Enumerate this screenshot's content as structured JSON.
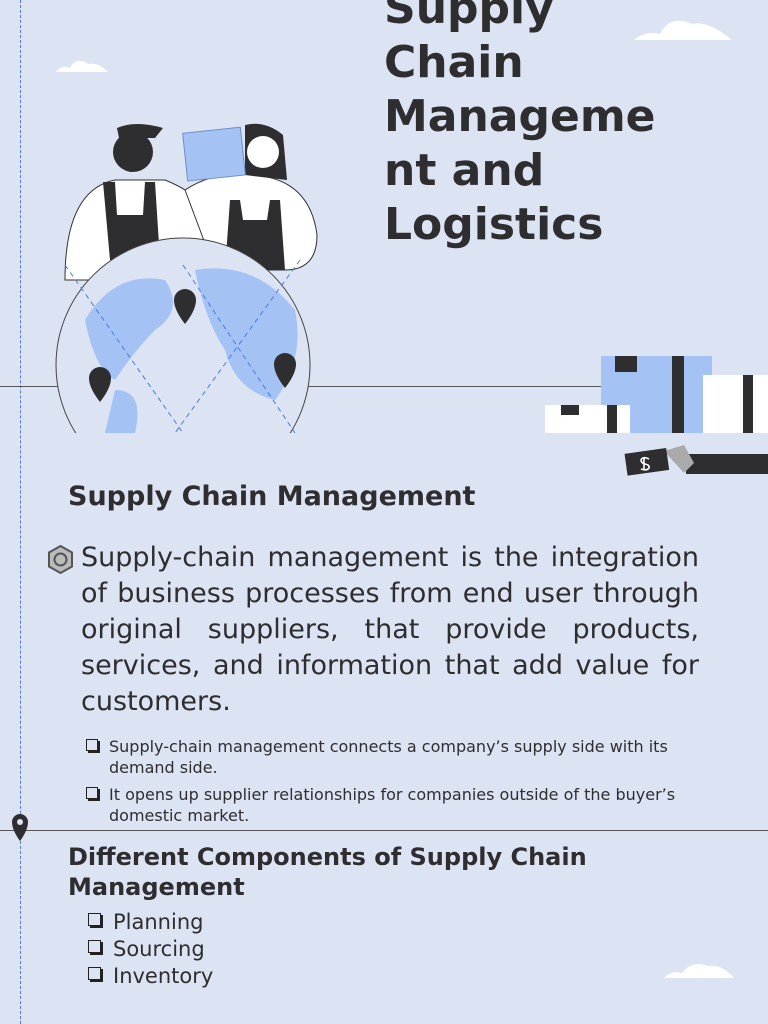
{
  "title": "Supply Chain Manageme nt and Logistics",
  "section1": {
    "heading": "Supply Chain Management",
    "paragraph": "Supply-chain management is the integration of business processes from end user through original suppliers, that provide products, services, and information that add value for customers.",
    "bullets": [
      "Supply-chain management connects a company’s supply side with its demand side.",
      "It opens up supplier relationships for companies outside of the buyer’s domestic market."
    ]
  },
  "section2": {
    "heading": "Different Components of Supply Chain Management",
    "items": [
      "Planning",
      "Sourcing",
      "Inventory"
    ]
  },
  "colors": {
    "background": "#dce3f3",
    "accent_blue": "#a4c2f4",
    "dark": "#2e2e30"
  }
}
